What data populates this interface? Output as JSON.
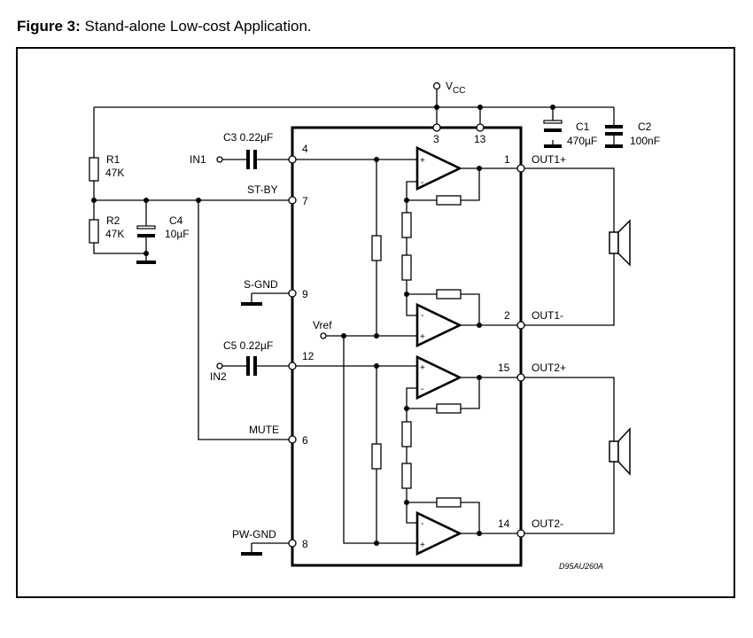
{
  "caption": {
    "prefix": "Figure 3:",
    "text": "Stand-alone Low-cost Application."
  },
  "supply": {
    "v": "V",
    "sub": "CC"
  },
  "pins": {
    "p3": "3",
    "p13": "13",
    "p4": "4",
    "p7": "7",
    "p9": "9",
    "p12": "12",
    "p6": "6",
    "p8": "8",
    "p1": "1",
    "p2": "2",
    "p15": "15",
    "p14": "14"
  },
  "signals": {
    "in1": "IN1",
    "in2": "IN2",
    "stby": "ST-BY",
    "sgnd": "S-GND",
    "vref": "Vref",
    "mute": "MUTE",
    "pwgnd": "PW-GND",
    "out1p": "OUT1+",
    "out1m": "OUT1-",
    "out2p": "OUT2+",
    "out2m": "OUT2-"
  },
  "components": {
    "r1_name": "R1",
    "r1_val": "47K",
    "r2_name": "R2",
    "r2_val": "47K",
    "c4_name": "C4",
    "c4_val": "10µF",
    "c3": "C3 0.22µF",
    "c5": "C5 0.22µF",
    "c1_name": "C1",
    "c1_val": "470µF",
    "c2_name": "C2",
    "c2_val": "100nF"
  },
  "amp_signs": {
    "plus": "+",
    "minus": "-"
  },
  "drawing_code": "D95AU260A"
}
